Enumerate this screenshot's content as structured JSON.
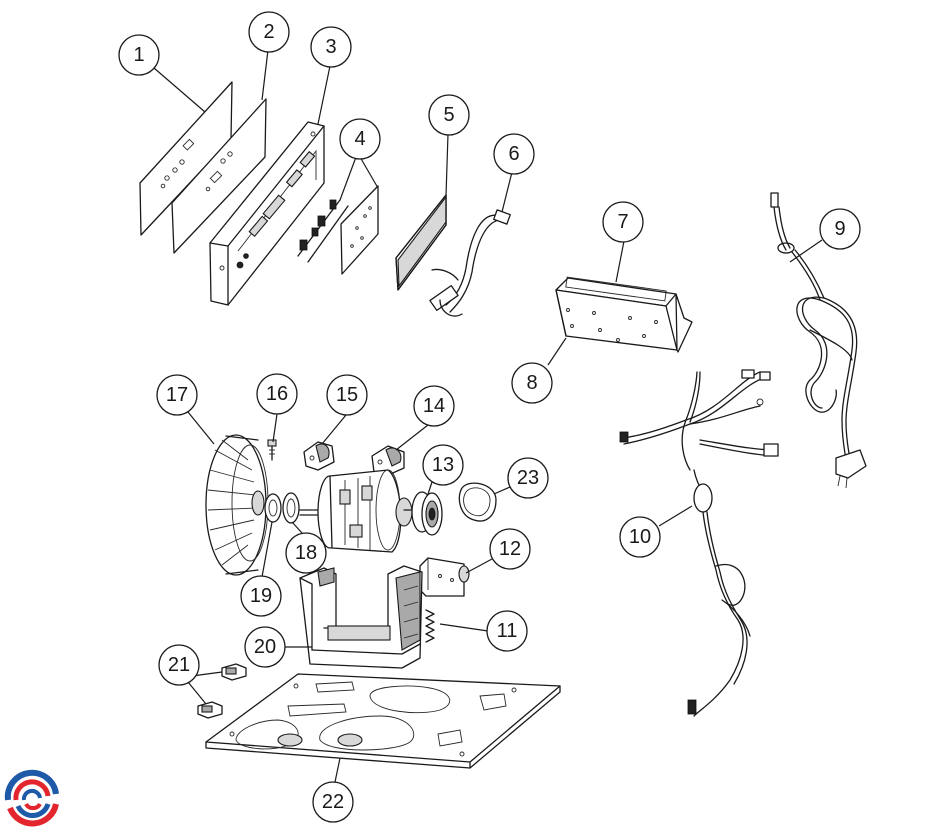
{
  "callouts": [
    {
      "id": "1",
      "label": "1"
    },
    {
      "id": "2",
      "label": "2"
    },
    {
      "id": "3",
      "label": "3"
    },
    {
      "id": "4",
      "label": "4"
    },
    {
      "id": "5",
      "label": "5"
    },
    {
      "id": "6",
      "label": "6"
    },
    {
      "id": "7",
      "label": "7"
    },
    {
      "id": "8",
      "label": "8"
    },
    {
      "id": "9",
      "label": "9"
    },
    {
      "id": "10",
      "label": "10"
    },
    {
      "id": "11",
      "label": "11"
    },
    {
      "id": "12",
      "label": "12"
    },
    {
      "id": "13",
      "label": "13"
    },
    {
      "id": "14",
      "label": "14"
    },
    {
      "id": "15",
      "label": "15"
    },
    {
      "id": "16",
      "label": "16"
    },
    {
      "id": "17",
      "label": "17"
    },
    {
      "id": "18",
      "label": "18"
    },
    {
      "id": "19",
      "label": "19"
    },
    {
      "id": "20",
      "label": "20"
    },
    {
      "id": "21",
      "label": "21"
    },
    {
      "id": "22",
      "label": "22"
    },
    {
      "id": "23",
      "label": "23"
    }
  ],
  "logo": {
    "colors": [
      "#1e5aa8",
      "#e3262e"
    ]
  }
}
